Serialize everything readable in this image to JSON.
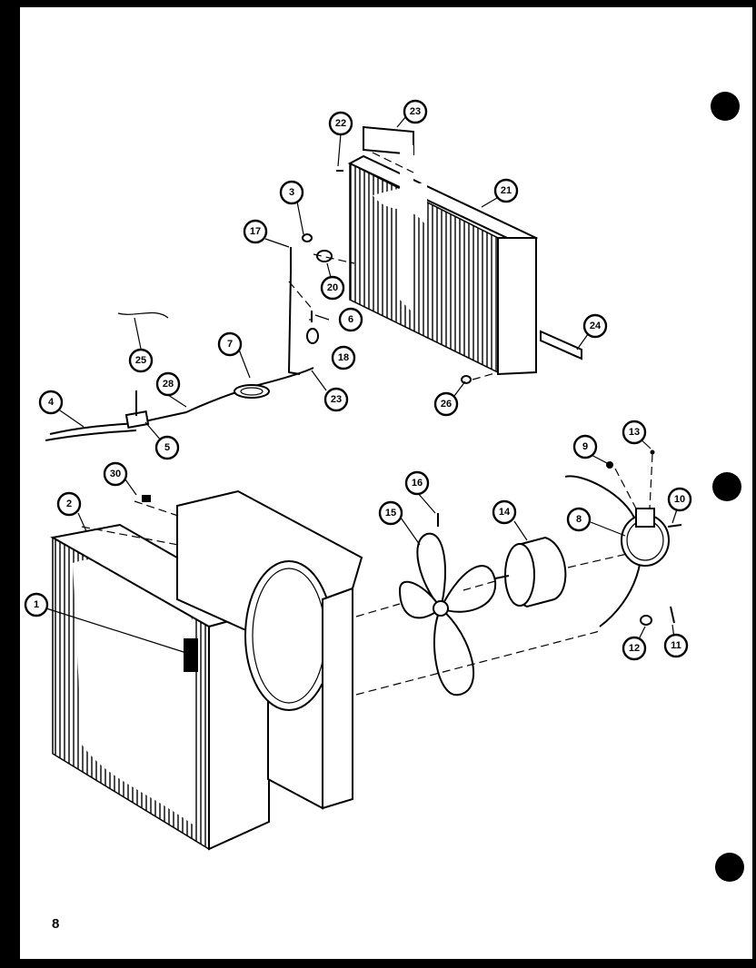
{
  "diagram": {
    "page_number": "8",
    "callouts": [
      {
        "label": "1"
      },
      {
        "label": "2"
      },
      {
        "label": "3"
      },
      {
        "label": "4"
      },
      {
        "label": "5"
      },
      {
        "label": "6"
      },
      {
        "label": "7"
      },
      {
        "label": "8"
      },
      {
        "label": "9"
      },
      {
        "label": "10"
      },
      {
        "label": "11"
      },
      {
        "label": "12"
      },
      {
        "label": "13"
      },
      {
        "label": "14"
      },
      {
        "label": "15"
      },
      {
        "label": "16"
      },
      {
        "label": "17"
      },
      {
        "label": "18"
      },
      {
        "label": "20"
      },
      {
        "label": "21"
      },
      {
        "label": "22"
      },
      {
        "label": "23"
      },
      {
        "label": "23"
      },
      {
        "label": "24"
      },
      {
        "label": "25"
      },
      {
        "label": "26"
      },
      {
        "label": "28"
      },
      {
        "label": "30"
      }
    ]
  }
}
